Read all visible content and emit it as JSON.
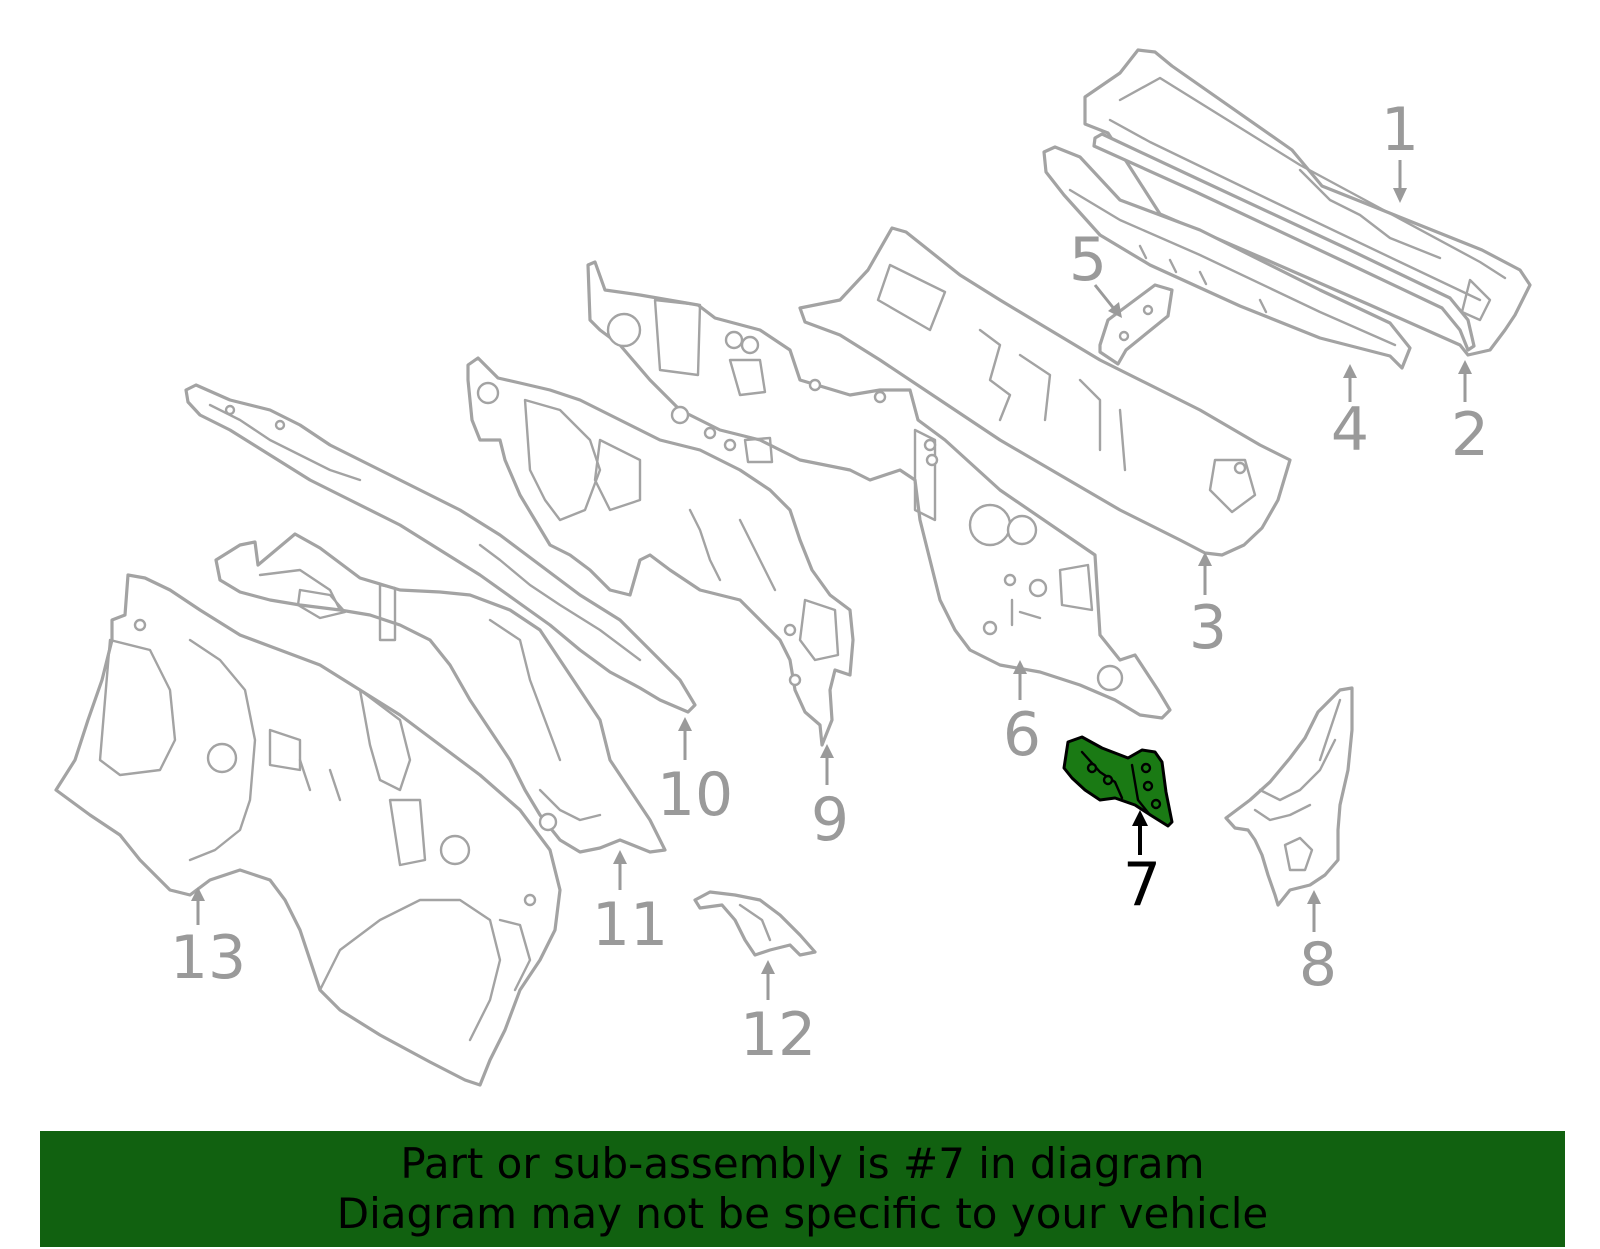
{
  "colors": {
    "part_outline": "#a3a3a3",
    "callout_gray": "#9a9a9a",
    "highlight_fill": "#1a7a14",
    "banner_background": "#116110",
    "banner_text": "#000000"
  },
  "highlighted_part": "7",
  "callouts": [
    {
      "number": "1"
    },
    {
      "number": "2"
    },
    {
      "number": "3"
    },
    {
      "number": "4"
    },
    {
      "number": "5"
    },
    {
      "number": "6"
    },
    {
      "number": "7"
    },
    {
      "number": "8"
    },
    {
      "number": "9"
    },
    {
      "number": "10"
    },
    {
      "number": "11"
    },
    {
      "number": "12"
    },
    {
      "number": "13"
    }
  ],
  "banner": {
    "line1": "Part or sub-assembly is #7 in diagram",
    "line2": "Diagram may not be specific to your vehicle"
  }
}
